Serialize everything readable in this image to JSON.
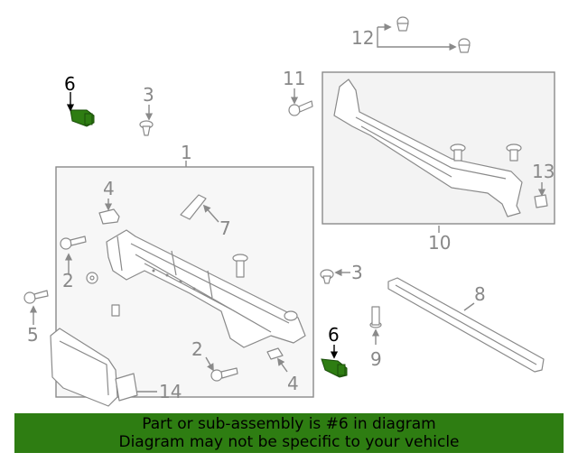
{
  "callouts": {
    "c1": "1",
    "c2a": "2",
    "c2b": "2",
    "c3a": "3",
    "c3b": "3",
    "c4a": "4",
    "c4b": "4",
    "c5": "5",
    "c6a": "6",
    "c6b": "6",
    "c7": "7",
    "c8": "8",
    "c9": "9",
    "c10": "10",
    "c11": "11",
    "c12": "12",
    "c13": "13",
    "c14": "14"
  },
  "highlight_part": "6",
  "colors": {
    "highlight": "#2e7d12",
    "line": "#8a8a8a",
    "callout_text": "#888888",
    "banner_bg": "#2e7d12"
  },
  "banner": {
    "line1": "Part or sub-assembly is #6 in diagram",
    "line2": "Diagram may not be specific to your vehicle"
  }
}
